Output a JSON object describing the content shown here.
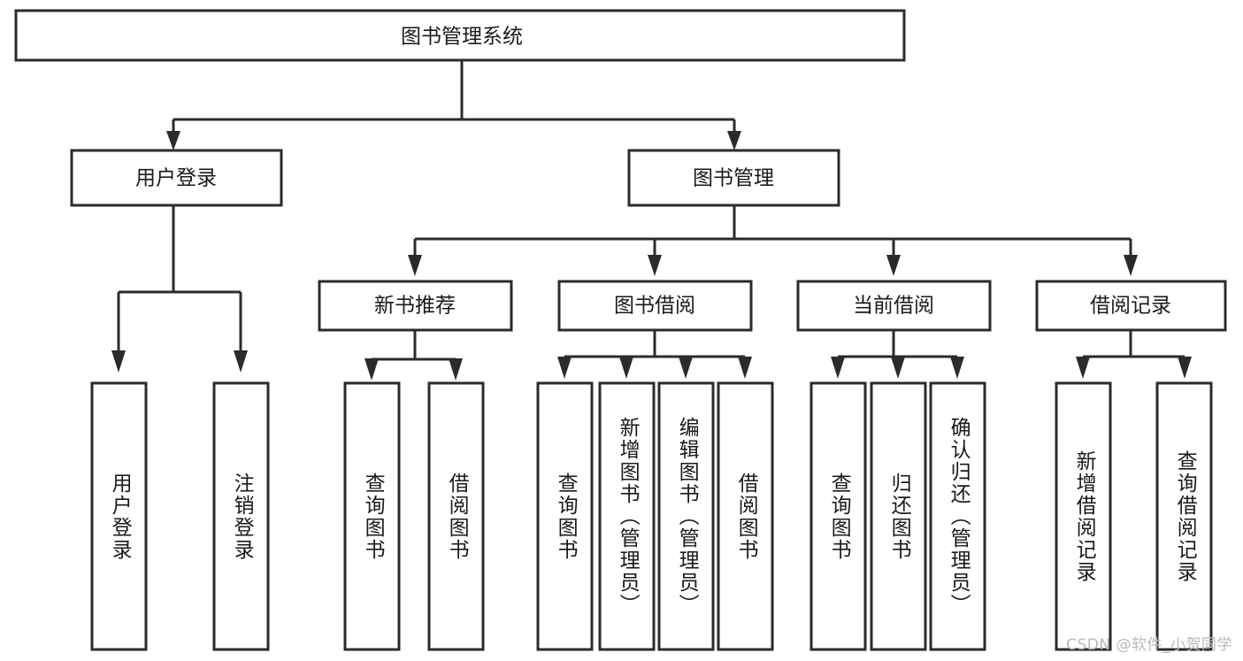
{
  "diagram": {
    "type": "tree",
    "title": "图书管理系统",
    "orientation": "top-down",
    "colors": {
      "stroke": "#2b2b2b",
      "fill": "#ffffff",
      "text": "#1a1a1a",
      "watermark": "#b9b9b9"
    },
    "root": {
      "label": "图书管理系统"
    },
    "level2": [
      {
        "label": "用户登录"
      },
      {
        "label": "图书管理"
      }
    ],
    "level3": [
      {
        "label": "新书推荐"
      },
      {
        "label": "图书借阅"
      },
      {
        "label": "当前借阅"
      },
      {
        "label": "借阅记录"
      }
    ],
    "leaves": [
      {
        "label": "用户登录",
        "parent": "用户登录"
      },
      {
        "label": "注销登录",
        "parent": "用户登录"
      },
      {
        "label": "查询图书",
        "parent": "新书推荐"
      },
      {
        "label": "借阅图书",
        "parent": "新书推荐"
      },
      {
        "label": "查询图书",
        "parent": "图书借阅"
      },
      {
        "label": "新增图书（管理员）",
        "parent": "图书借阅"
      },
      {
        "label": "编辑图书（管理员）",
        "parent": "图书借阅"
      },
      {
        "label": "借阅图书",
        "parent": "图书借阅"
      },
      {
        "label": "查询图书",
        "parent": "当前借阅"
      },
      {
        "label": "归还图书",
        "parent": "当前借阅"
      },
      {
        "label": "确认归还（管理员）",
        "parent": "当前借阅"
      },
      {
        "label": "新增借阅记录",
        "parent": "借阅记录"
      },
      {
        "label": "查询借阅记录",
        "parent": "借阅记录"
      }
    ]
  },
  "watermark": {
    "text": "CSDN @软件_小贺同学"
  }
}
